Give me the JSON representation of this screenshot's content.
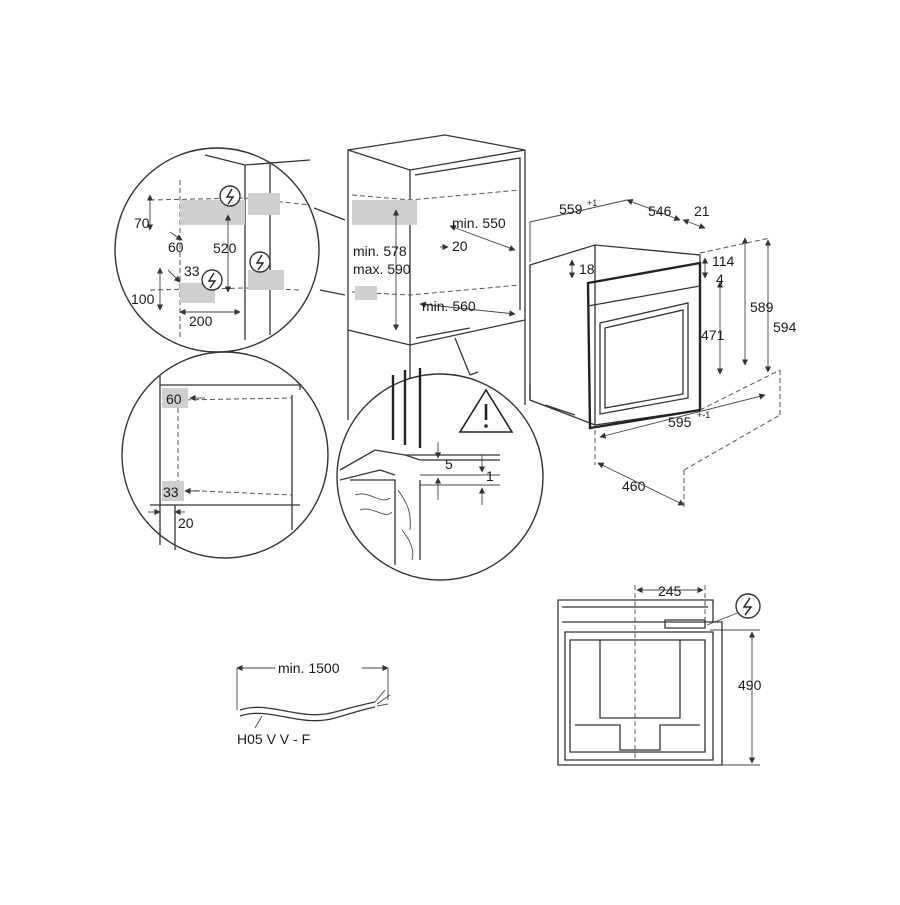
{
  "diagram": {
    "top_install": {
      "d_559": "559",
      "d_559_sup": "+1",
      "d_546": "546",
      "d_21": "21",
      "d_18": "18",
      "d_114": "114",
      "d_4": "4",
      "d_589": "589",
      "d_594": "594",
      "d_471": "471",
      "d_595": "595",
      "d_595_sup": "+-1",
      "d_460": "460",
      "min_550": "min. 550",
      "d_20": "20",
      "min_578": "min. 578",
      "max_590": "max. 590",
      "min_560": "min. 560"
    },
    "detail_a": {
      "d_70": "70",
      "d_60": "60",
      "d_520": "520",
      "d_33": "33",
      "d_100": "100",
      "d_200": "200"
    },
    "detail_b": {
      "d_60": "60",
      "d_33": "33",
      "d_20": "20"
    },
    "detail_c": {
      "d_5": "5",
      "d_1": "1"
    },
    "cable": {
      "min_1500": "min. 1500",
      "type": "H05 V V - F"
    },
    "rear": {
      "d_245": "245",
      "d_490": "490"
    }
  }
}
